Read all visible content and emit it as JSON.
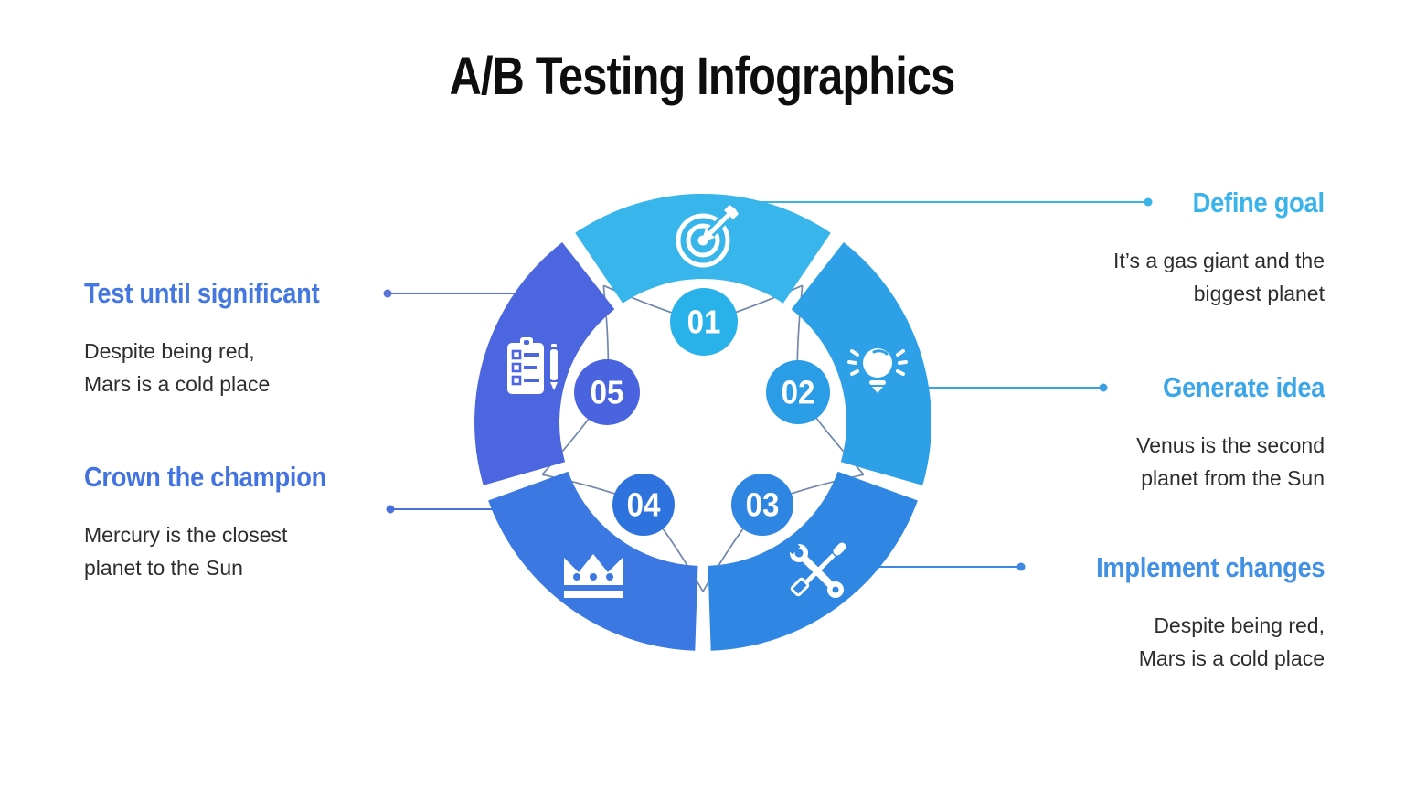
{
  "title": "A/B Testing Infographics",
  "page": {
    "background": "#ffffff",
    "title_color": "#0e0e0e",
    "body_text_color": "#2d2d2d"
  },
  "wheel": {
    "curve_color": "#7187ac",
    "hole_color": "#ffffff",
    "icon_color": "#ffffff"
  },
  "steps": [
    {
      "number": "01",
      "label": "Define goal",
      "desc_line1": "It’s a gas giant and the",
      "desc_line2": "biggest planet",
      "icon": "target-icon",
      "segment_color": "#38b5ea",
      "badge_color": "#29b2e9",
      "label_color": "#39b3e9",
      "line_color": "#3bb3e8"
    },
    {
      "number": "02",
      "label": "Generate idea",
      "desc_line1": "Venus is the second",
      "desc_line2": "planet from the Sun",
      "icon": "lightbulb-icon",
      "segment_color": "#2da0e7",
      "badge_color": "#2b9ce6",
      "label_color": "#3aa5e8",
      "line_color": "#3aa0e6"
    },
    {
      "number": "03",
      "label": "Implement changes",
      "desc_line1": "Despite being red,",
      "desc_line2": "Mars is a cold place",
      "icon": "tools-icon",
      "segment_color": "#2f87e3",
      "badge_color": "#2e85e2",
      "label_color": "#4190e4",
      "line_color": "#3f86e0"
    },
    {
      "number": "04",
      "label": "Crown the champion",
      "desc_line1": "Mercury is the closest",
      "desc_line2": "planet to the Sun",
      "icon": "crown-icon",
      "segment_color": "#3b78e1",
      "badge_color": "#2e72dd",
      "label_color": "#4373e0",
      "line_color": "#4a70dd"
    },
    {
      "number": "05",
      "label": "Test until significant",
      "desc_line1": "Despite being red,",
      "desc_line2": "Mars is a cold place",
      "icon": "clipboard-icon",
      "segment_color": "#4c66e0",
      "badge_color": "#4a63df",
      "label_color": "#4478e0",
      "line_color": "#5b74d8"
    }
  ]
}
